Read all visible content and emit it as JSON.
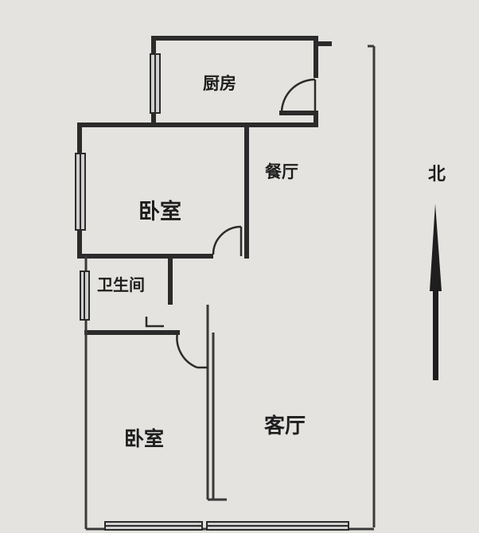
{
  "rooms": {
    "kitchen": "厨房",
    "dining": "餐厅",
    "bedroom_upper": "卧室",
    "bathroom": "卫生间",
    "bedroom_lower": "卧室",
    "living": "客厅"
  },
  "compass": {
    "north_label": "北"
  },
  "colors": {
    "background": "#e4e3e0",
    "wall": "#2b2b2b",
    "thin_line": "#3a3a3a",
    "window_fill": "#cfcfcf"
  }
}
